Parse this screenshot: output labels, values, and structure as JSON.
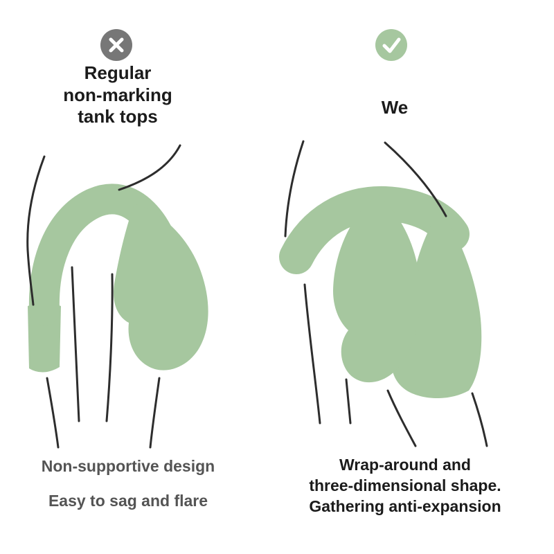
{
  "left": {
    "icon": "x-icon",
    "heading": "Regular\nnon-marking\ntank tops",
    "captions": [
      "Non-supportive design",
      "Easy to sag and flare"
    ]
  },
  "right": {
    "icon": "check-icon",
    "heading": "We",
    "caption": "Wrap-around and\nthree-dimensional shape.\nGathering anti-expansion"
  },
  "colors": {
    "green": "#a6c79f",
    "gray_circle": "#777777",
    "heading_text": "#1b1b1b",
    "muted_text": "#545454",
    "line": "#2d2d2d",
    "background": "#ffffff"
  }
}
